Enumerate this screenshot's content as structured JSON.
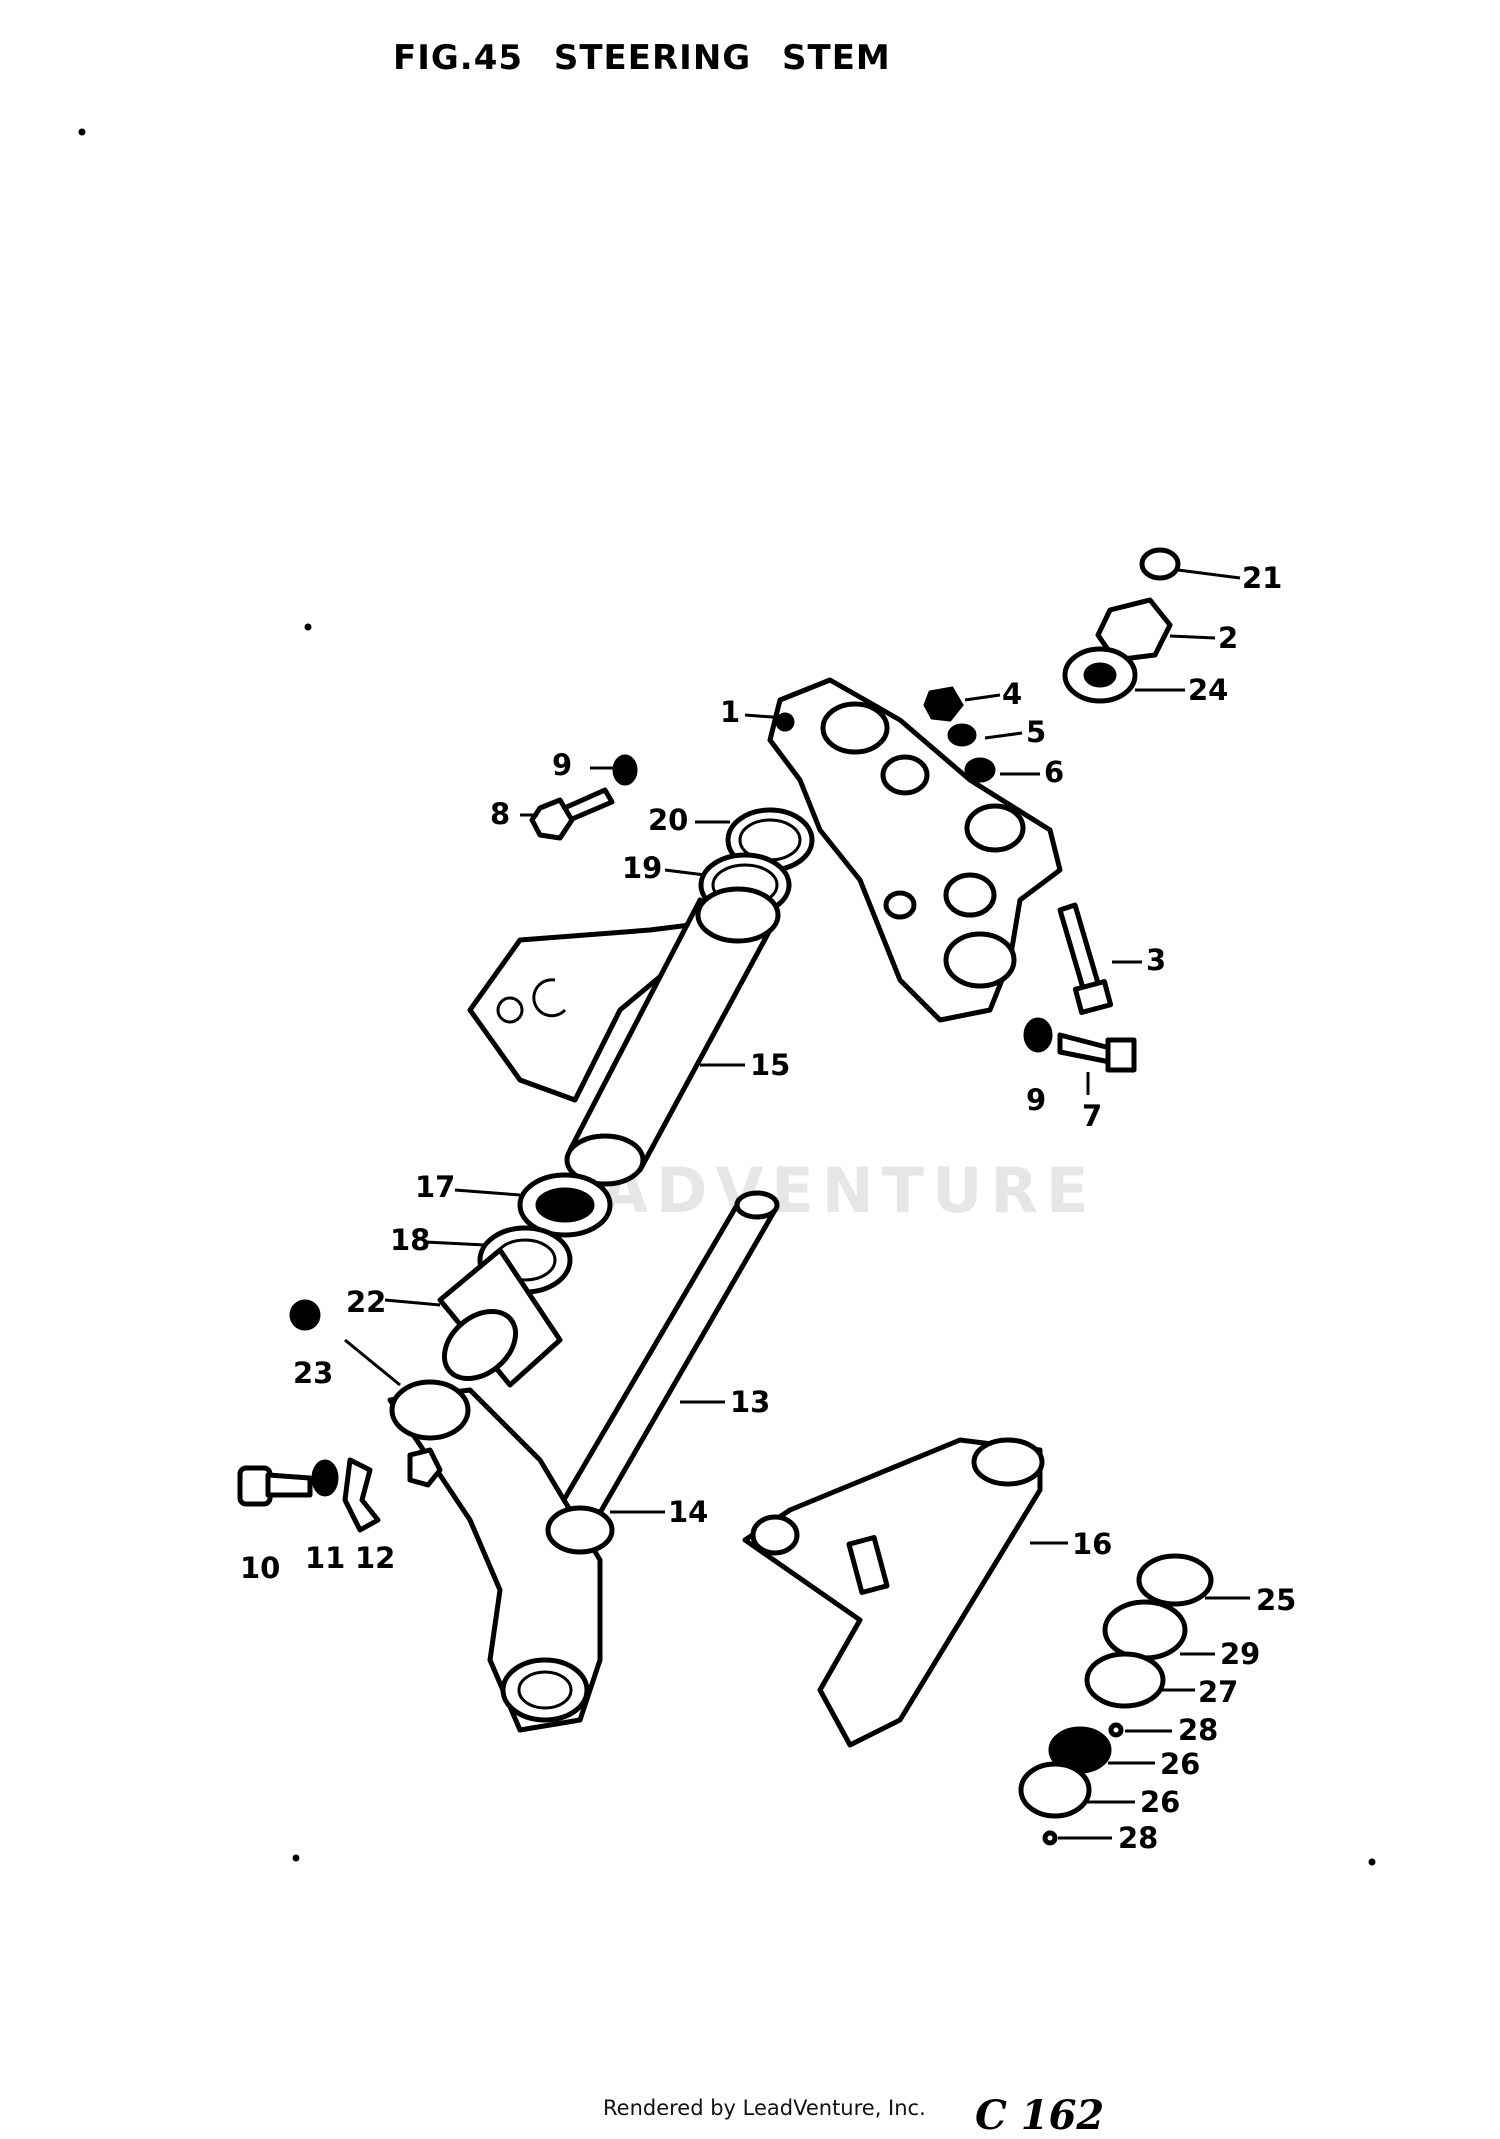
{
  "figure": {
    "title": "FIG.45   STEERING STEM",
    "watermark": "ADVENTURE",
    "footer": "Rendered by LeadVenture, Inc.",
    "page_number": "C 162"
  },
  "callouts": [
    "21",
    "2",
    "24",
    "4",
    "5",
    "6",
    "1",
    "9",
    "8",
    "20",
    "19",
    "3",
    "15",
    "9",
    "7",
    "17",
    "18",
    "22",
    "23",
    "13",
    "10",
    "11",
    "12",
    "14",
    "16",
    "25",
    "29",
    "27",
    "28",
    "26",
    "26",
    "28"
  ]
}
